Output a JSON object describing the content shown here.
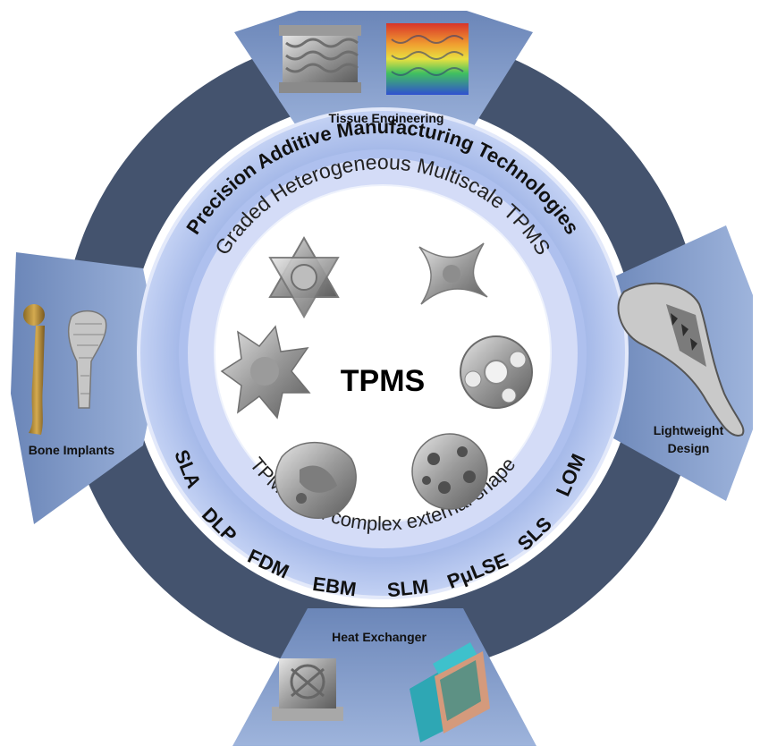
{
  "center": {
    "label": "TPMS"
  },
  "rings": {
    "outer_label": "Precision Additive Manufacturing Technologies",
    "middle_label": "Graded Heterogeneous Multiscale TPMS",
    "inner_bottom_label": "TPMS with complex external shape"
  },
  "technologies": [
    "SLA",
    "DLP",
    "FDM",
    "EBM",
    "SLM",
    "PμLSE",
    "SLS",
    "LOM"
  ],
  "applications": {
    "tissue": "Tissue Engineering",
    "lightweight_line1": "Lightweight",
    "lightweight_line2": "Design",
    "heat": "Heat Exchanger",
    "bone": "Bone Implants"
  },
  "colors": {
    "outer_ring": "#44536e",
    "panel": "#7d97c4",
    "mid_ring": "#b4c6ee",
    "inner_ring": "#d4dcf7",
    "text": "#111111"
  }
}
